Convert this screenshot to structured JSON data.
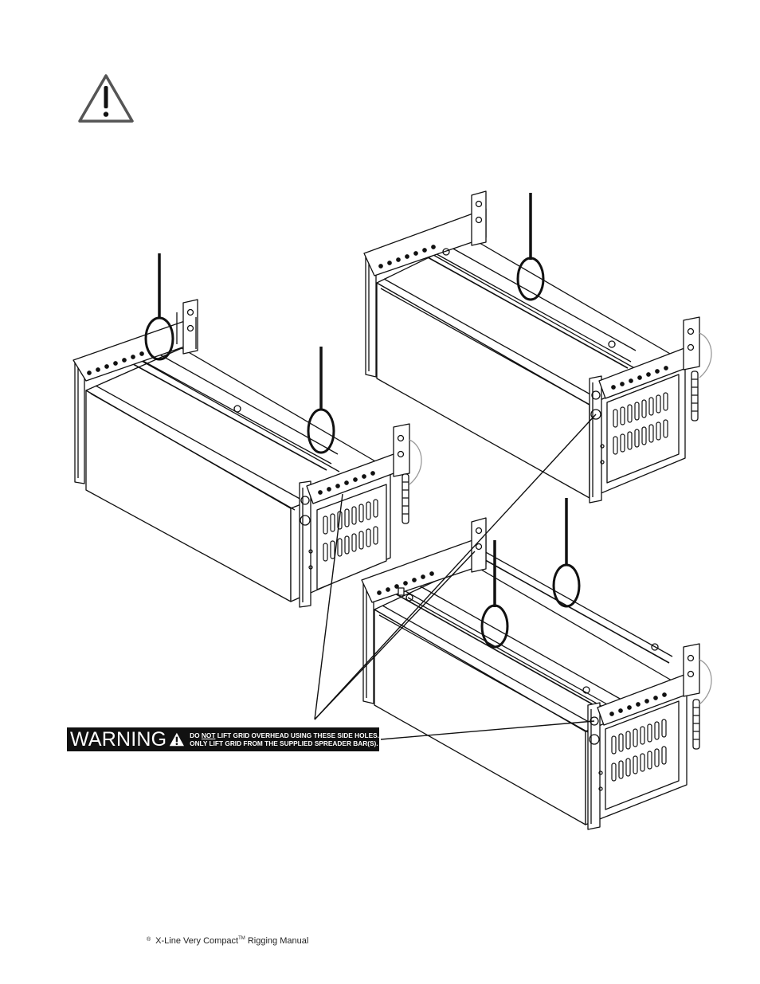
{
  "warning": {
    "word": "WARNING",
    "line1_pre": "DO ",
    "line1_emph": "NOT",
    "line1_post": " LIFT GRID OVERHEAD USING THESE SIDE HOLES.",
    "line2": "ONLY LIFT GRID FROM THE SUPPLIED SPREADER BAR(S)."
  },
  "footer": {
    "registered_mark": "®",
    "product": "X-Line Very Compact",
    "trademark": "TM",
    "suffix": " Rigging Manual"
  },
  "icons": {
    "caution": "caution-triangle-icon",
    "warning_label": "warning-triangle-icon"
  },
  "colors": {
    "line": "#111111",
    "label_bg": "#111111",
    "label_text": "#ffffff"
  }
}
